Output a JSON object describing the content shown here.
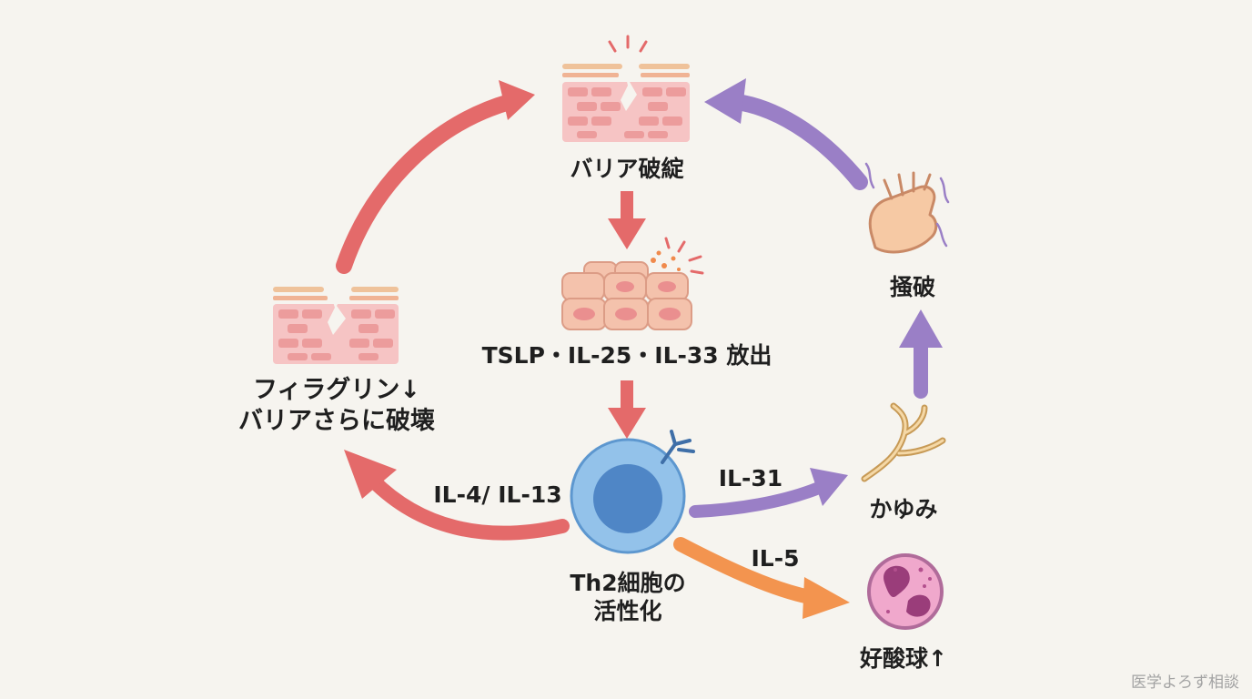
{
  "nodes": {
    "barrier": "バリア破綻",
    "cytokines": "TSLP・IL-25・IL-33 放出",
    "th2_line1": "Th2細胞の",
    "th2_line2": "活性化",
    "filaggrin_line1": "フィラグリン↓",
    "filaggrin_line2": "バリアさらに破壊",
    "scratch": "掻破",
    "itch": "かゆみ",
    "eosinophil": "好酸球↑"
  },
  "edges": {
    "il4_13": "IL-4/ IL-13",
    "il31": "IL-31",
    "il5": "IL-5"
  },
  "colors": {
    "red": "#e46a6a",
    "purple": "#9a7fc6",
    "orange": "#f3944f",
    "cell_blue": "#6ea9dc",
    "skin_pink": "#f3b8b8"
  },
  "watermark": "医学よろず相談"
}
